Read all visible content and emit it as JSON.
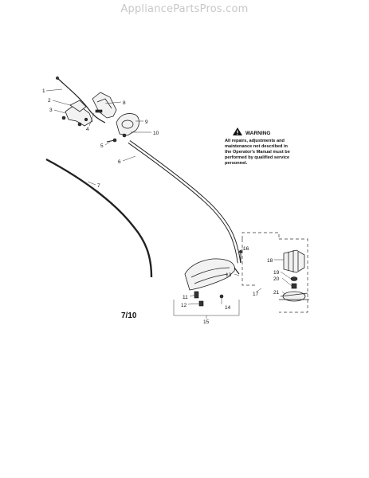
{
  "header": {
    "watermark": "AppliancePartsPros.com"
  },
  "warning": {
    "title": "WARNING",
    "lines": [
      "All repairs, adjustments and",
      "maintenance not described in",
      "the Operator's Manual must be",
      "performed by qualified service",
      "personnel."
    ]
  },
  "page_code": "7/10",
  "callouts": [
    "1",
    "2",
    "3",
    "4",
    "5",
    "6",
    "7",
    "8",
    "9",
    "10",
    "11",
    "12",
    "13",
    "14",
    "15",
    "16",
    "17",
    "18",
    "19",
    "20",
    "21"
  ],
  "icons": {
    "warning": "warning-triangle-icon"
  }
}
